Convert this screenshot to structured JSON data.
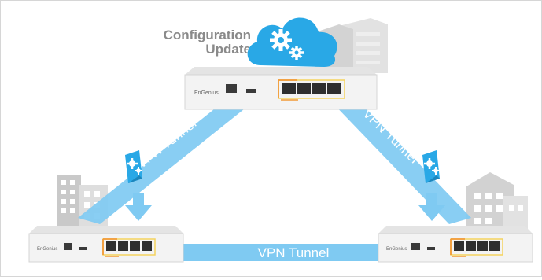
{
  "top_label": {
    "line1": "Configuration",
    "line2": "Update"
  },
  "tunnels": {
    "left": "VPN Tunnel",
    "right": "VPN Tunnel",
    "bottom": "VPN Tunnel"
  },
  "devices": {
    "top": {
      "brand": "EnGenius"
    },
    "left": {
      "brand": "EnGenius"
    },
    "right": {
      "brand": "EnGenius"
    }
  },
  "icons": {
    "cloud": "cloud-gears-icon",
    "server": "server-building-icon",
    "config_file_left": "config-file-gears-icon",
    "config_file_right": "config-file-gears-icon",
    "down_arrow_left": "down-arrow-icon",
    "down_arrow_right": "down-arrow-icon",
    "building_left": "office-building-icon",
    "building_right": "house-building-icon"
  },
  "colors": {
    "tunnel": "#7fcaf2",
    "cloud": "#29a8e6",
    "accent_orange": "#f29a38",
    "accent_yellow": "#f4d35e",
    "text_gray": "#8a8a8a",
    "device_body": "#f1f1f1"
  }
}
